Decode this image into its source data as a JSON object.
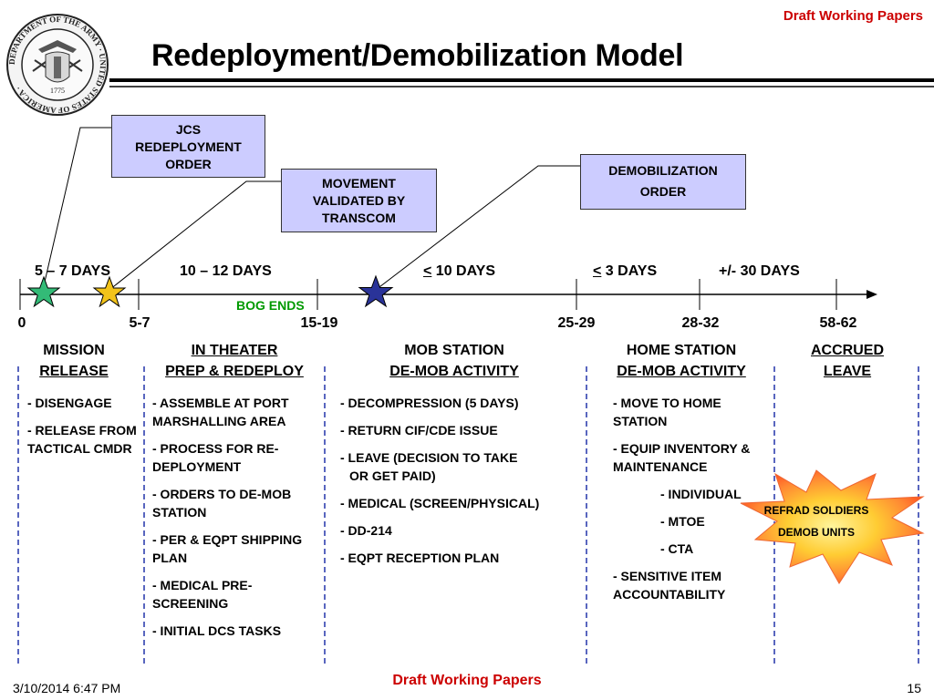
{
  "header": {
    "draft_top": "Draft Working Papers",
    "title": "Redeployment/Demobilization Model",
    "seal_text": "DEPARTMENT OF THE ARMY · UNITED STATES OF AMERICA ·",
    "seal_year": "1775"
  },
  "callouts": {
    "jcs": [
      "JCS",
      "REDEPLOYMENT",
      "ORDER"
    ],
    "movement": [
      "MOVEMENT",
      "VALIDATED BY",
      "TRANSCOM"
    ],
    "demob": [
      "DEMOBILIZATION",
      "ORDER"
    ]
  },
  "durations": {
    "d1": "5 – 7 DAYS",
    "d2": "10 – 12 DAYS",
    "d3_sym": "<",
    "d3_rest": " 10 DAYS",
    "d4_sym": "<",
    "d4_rest": " 3 DAYS",
    "d5": "+/- 30 DAYS",
    "bog": "BOG ENDS"
  },
  "ticks": [
    "0",
    "5-7",
    "15-19",
    "25-29",
    "28-32",
    "58-62"
  ],
  "phases": [
    [
      "MISSION",
      "RELEASE"
    ],
    [
      "IN THEATER ",
      "PREP & REDEPLOY"
    ],
    [
      "MOB STATION",
      "DE-MOB ACTIVITY"
    ],
    [
      "HOME STATION",
      "DE-MOB ACTIVITY"
    ],
    [
      "ACCRUED ",
      "LEAVE"
    ]
  ],
  "lists": {
    "col1": [
      "- DISENGAGE",
      "- RELEASE FROM TACTICAL CMDR"
    ],
    "col2": [
      "- ASSEMBLE AT PORT  MARSHALLING AREA",
      "- PROCESS FOR  RE-DEPLOYMENT",
      "- ORDERS TO DE-MOB STATION",
      "- PER & EQPT SHIPPING PLAN",
      "- MEDICAL PRE-SCREENING",
      "- INITIAL DCS TASKS"
    ],
    "col3_items": [
      "-  DECOMPRESSION (5 DAYS)",
      "- RETURN CIF/CDE ISSUE"
    ],
    "col3_leave_1": "- LEAVE (DECISION TO TAKE",
    "col3_leave_2": "OR GET PAID)",
    "col3_more": [
      "- MEDICAL (SCREEN/PHYSICAL)",
      "-  DD-214",
      "- EQPT  RECEPTION PLAN"
    ],
    "col4": [
      "- MOVE TO  HOME STATION",
      "- EQUIP INVENTORY & MAINTENANCE"
    ],
    "col4_sub": [
      "- INDIVIDUAL",
      "- MTOE",
      "- CTA"
    ],
    "col4_last": "- SENSITIVE ITEM ACCOUNTABILITY"
  },
  "burst": [
    "REFRAD SOLDIERS",
    "DEMOB UNITS"
  ],
  "footer": {
    "draft_bottom": "Draft Working Papers",
    "date": "3/10/2014 6:47 PM",
    "page": "15"
  },
  "colors": {
    "callout_fill": "#ccccff",
    "draft_red": "#cc0000",
    "bog_green": "#009900",
    "star_green": "#33bb77",
    "star_gold": "#f2c31a",
    "star_navy": "#2a3399",
    "divider_blue": "#2233aa"
  },
  "icons": [
    "army-seal-icon",
    "green-star-icon",
    "gold-star-icon",
    "navy-star-icon",
    "burst-icon"
  ]
}
